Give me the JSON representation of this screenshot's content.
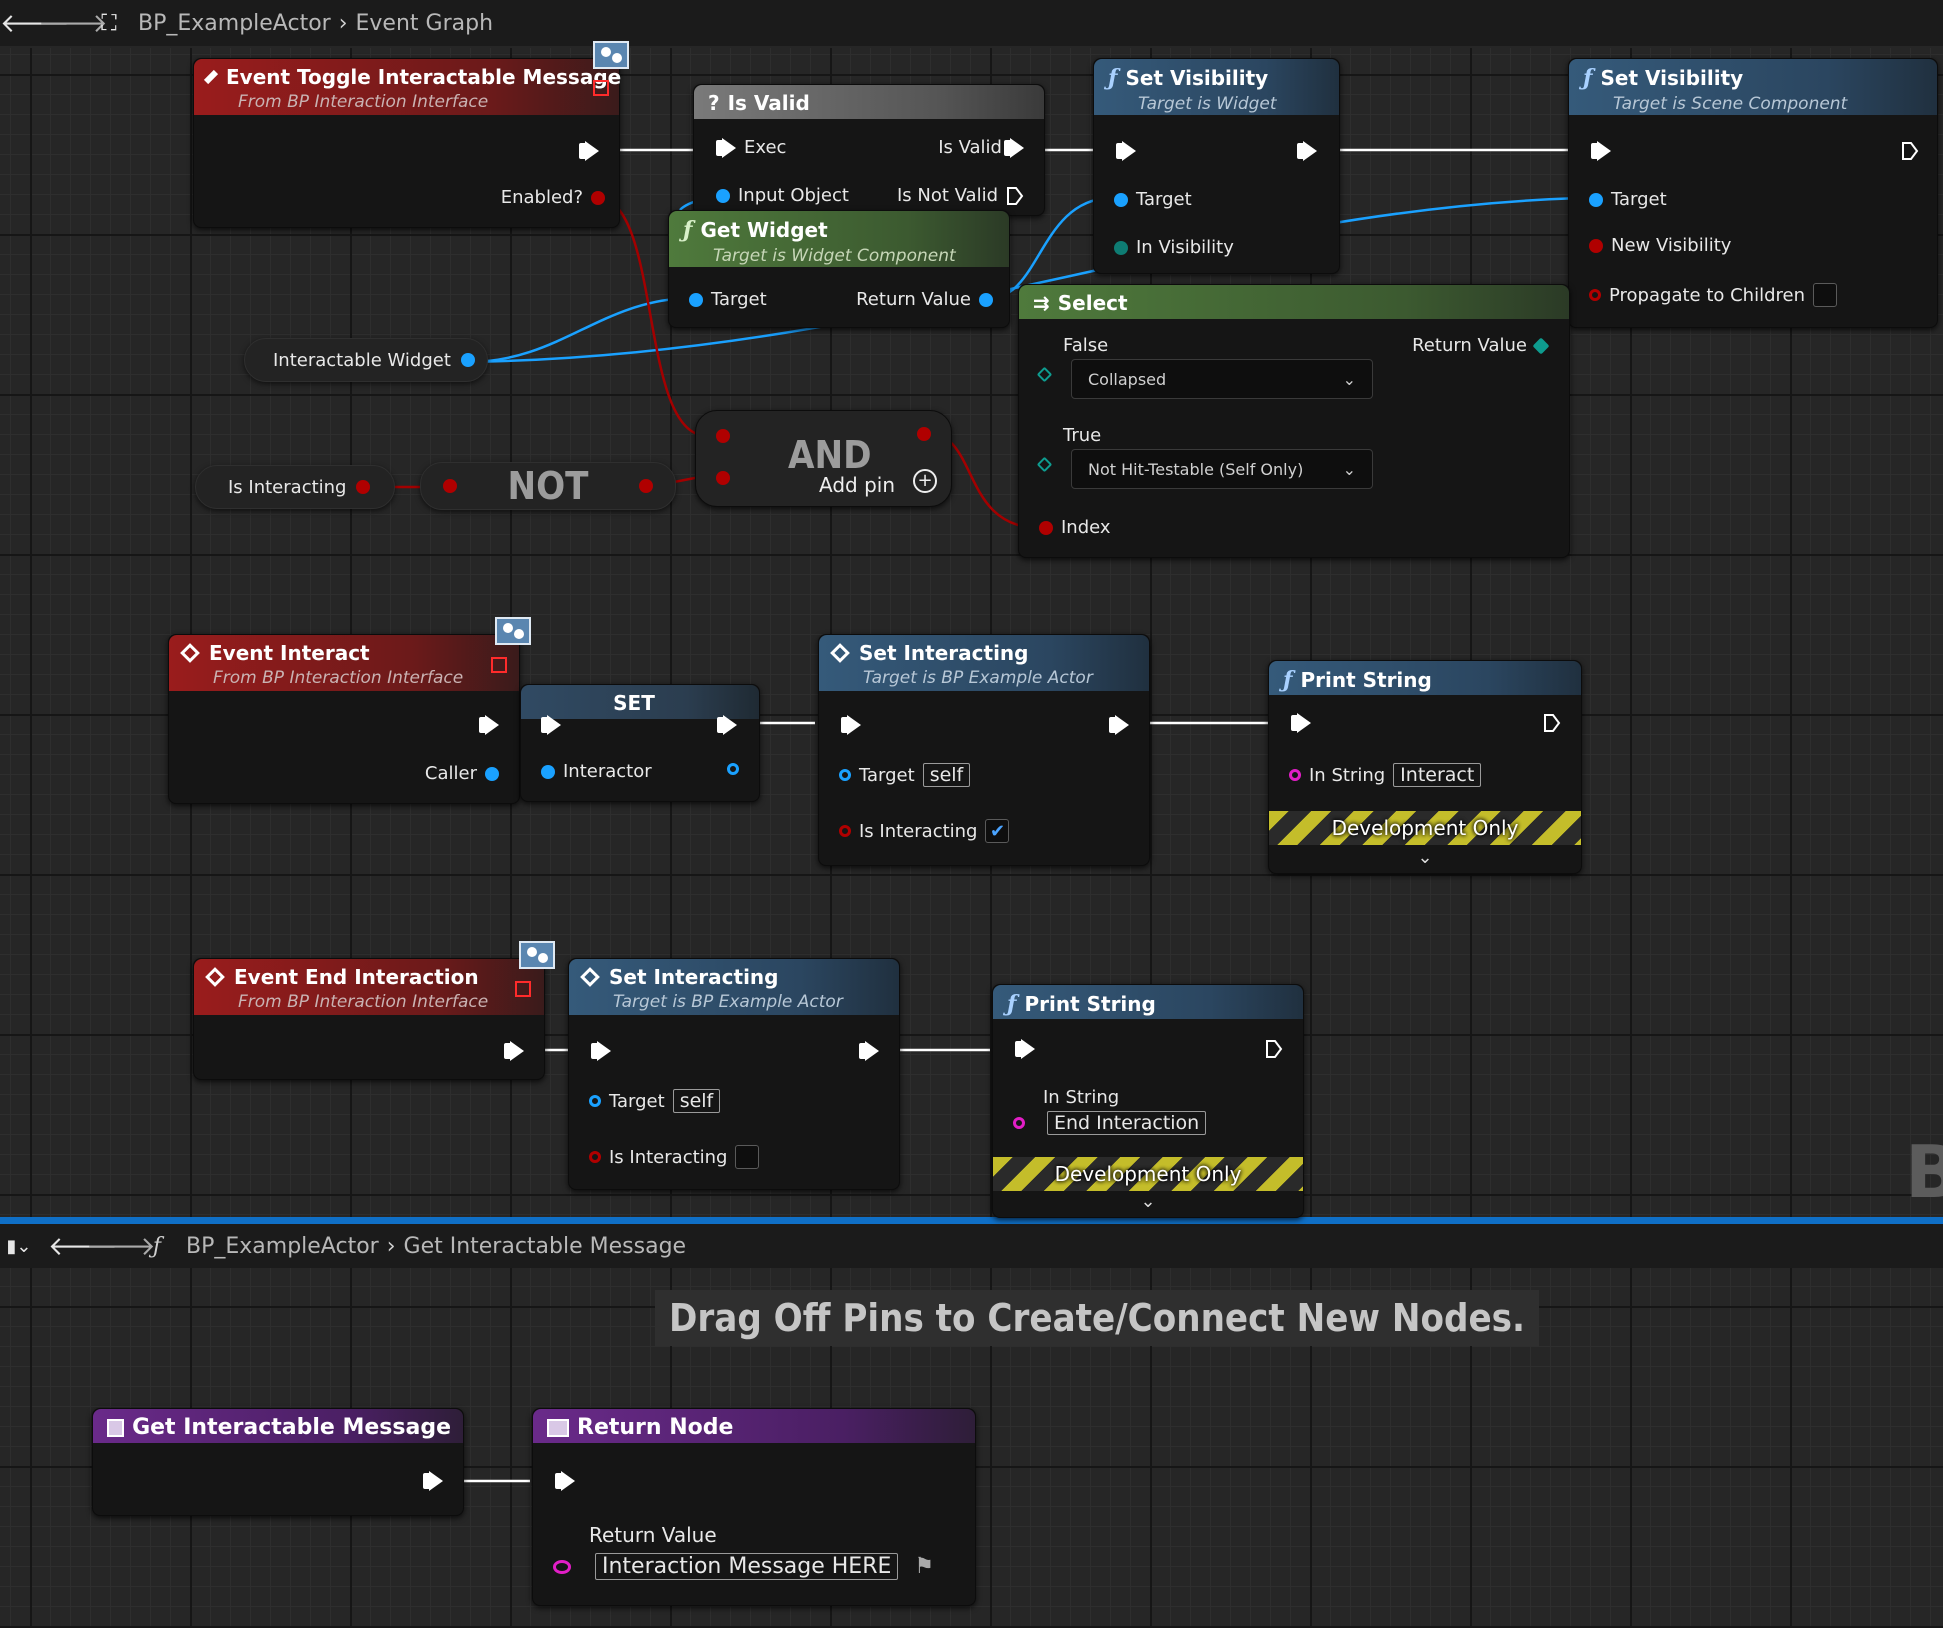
{
  "top_tab": {
    "breadcrumb_root": "BP_ExampleActor",
    "breadcrumb_leaf": "Event Graph"
  },
  "bottom_tab": {
    "breadcrumb_root": "BP_ExampleActor",
    "breadcrumb_leaf": "Get Interactable Message"
  },
  "banner": "Drag Off Pins to Create/Connect New Nodes.",
  "nodes": {
    "toggle_event": {
      "title": "Event Toggle Interactable Message",
      "subtitle": "From BP Interaction Interface",
      "pin_enabled": "Enabled?"
    },
    "is_valid": {
      "title": "Is Valid",
      "pin_exec": "Exec",
      "pin_is_valid": "Is Valid",
      "pin_input": "Input Object",
      "pin_not_valid": "Is Not Valid"
    },
    "get_widget": {
      "title": "Get Widget",
      "subtitle": "Target is Widget Component",
      "pin_target": "Target",
      "pin_return": "Return Value"
    },
    "set_vis_widget": {
      "title": "Set Visibility",
      "subtitle": "Target is Widget",
      "pin_target": "Target",
      "pin_in_vis": "In Visibility"
    },
    "set_vis_scene": {
      "title": "Set Visibility",
      "subtitle": "Target is Scene Component",
      "pin_target": "Target",
      "pin_new_vis": "New Visibility",
      "pin_propagate": "Propagate to Children"
    },
    "select": {
      "title": "Select",
      "pin_false": "False",
      "pin_return": "Return Value",
      "false_value": "Collapsed",
      "pin_true": "True",
      "true_value": "Not Hit-Testable (Self Only)",
      "pin_index": "Index"
    },
    "interactable_widget": {
      "label": "Interactable Widget"
    },
    "is_interacting_var": {
      "label": "Is Interacting"
    },
    "not_op": {
      "label": "NOT"
    },
    "and_op": {
      "label": "AND",
      "add_pin": "Add pin"
    },
    "event_interact": {
      "title": "Event Interact",
      "subtitle": "From BP Interaction Interface",
      "pin_caller": "Caller"
    },
    "set_node": {
      "title": "SET",
      "pin_interactor": "Interactor"
    },
    "set_interacting_1": {
      "title": "Set Interacting",
      "subtitle": "Target is BP Example Actor",
      "pin_target": "Target",
      "target_value": "self",
      "pin_is_interacting": "Is Interacting",
      "checked": true
    },
    "print_1": {
      "title": "Print String",
      "pin_in_string": "In String",
      "in_string_value": "Interact",
      "dev_only": "Development Only"
    },
    "event_end": {
      "title": "Event End Interaction",
      "subtitle": "From BP Interaction Interface"
    },
    "set_interacting_2": {
      "title": "Set Interacting",
      "subtitle": "Target is BP Example Actor",
      "pin_target": "Target",
      "target_value": "self",
      "pin_is_interacting": "Is Interacting",
      "checked": false
    },
    "print_2": {
      "title": "Print String",
      "pin_in_string": "In String",
      "in_string_value": "End Interaction",
      "dev_only": "Development Only"
    },
    "get_msg": {
      "title": "Get Interactable Message"
    },
    "return_node": {
      "title": "Return Node",
      "pin_return": "Return Value",
      "return_value": "Interaction Message HERE"
    }
  },
  "colors": {
    "exec": "#ffffff",
    "object": "#1aa1ff",
    "bool": "#b00000",
    "enum": "#0e7c73",
    "string": "#e21ec6",
    "accent": "#0f6fc6"
  }
}
